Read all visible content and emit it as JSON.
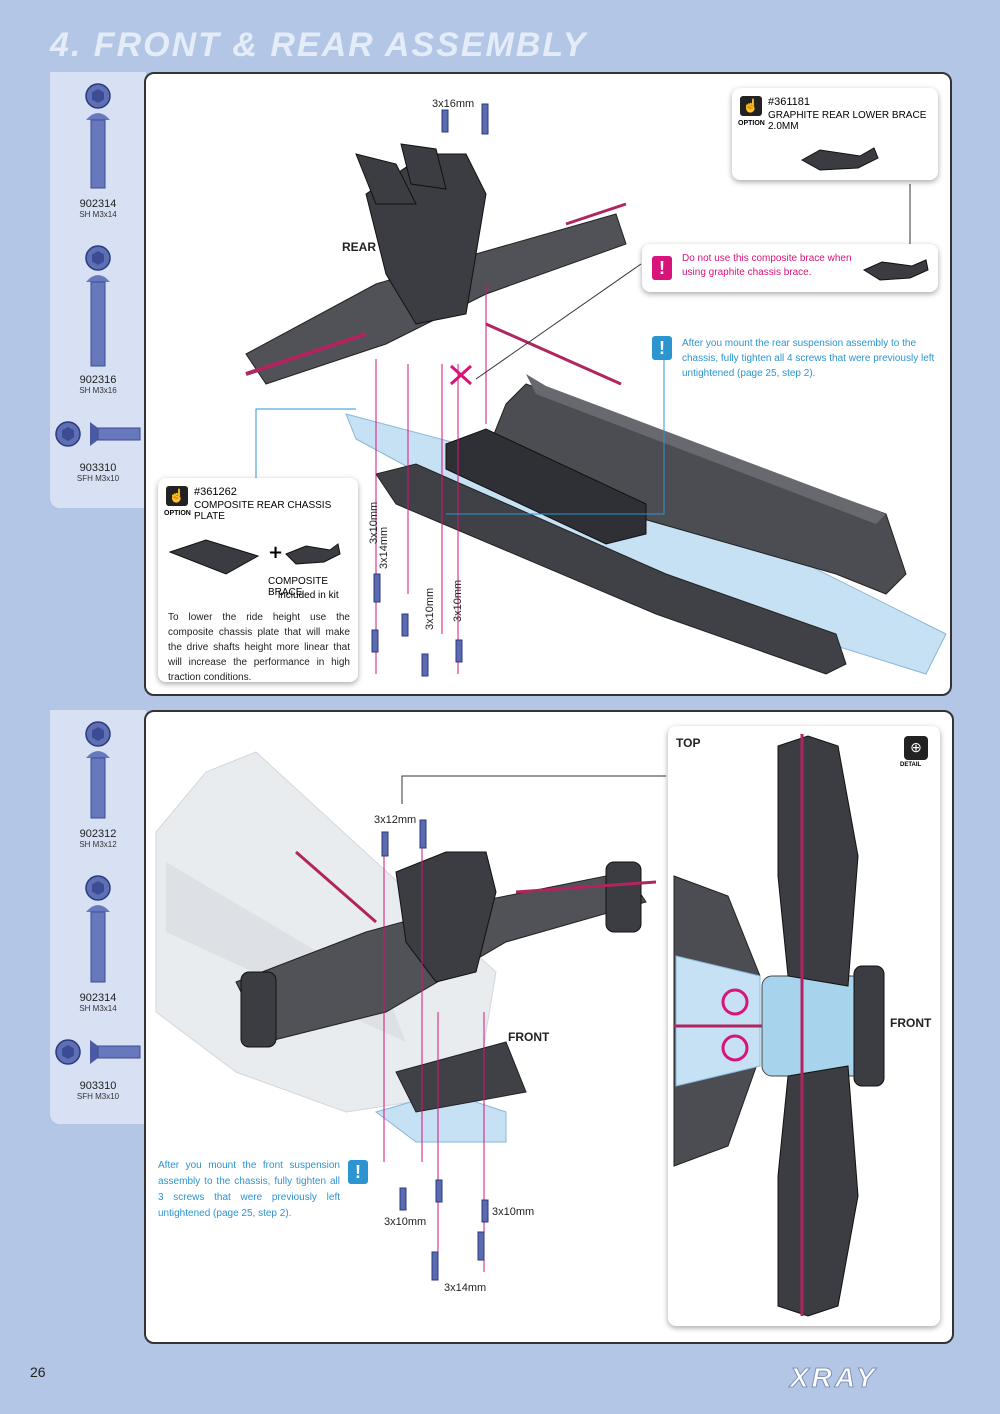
{
  "page": {
    "title": "4. FRONT & REAR ASSEMBLY",
    "page_number": "26",
    "brand": "XRAY"
  },
  "sidebar_top": {
    "parts": [
      {
        "code": "902314",
        "desc": "SH M3x14"
      },
      {
        "code": "902316",
        "desc": "SH M3x16"
      },
      {
        "code": "903310",
        "desc": "SFH M3x10"
      }
    ]
  },
  "sidebar_bottom": {
    "parts": [
      {
        "code": "902312",
        "desc": "SH M3x12"
      },
      {
        "code": "902314",
        "desc": "SH M3x14"
      },
      {
        "code": "903310",
        "desc": "SFH M3x10"
      }
    ]
  },
  "rear": {
    "label": "REAR",
    "dims": {
      "top": "3x16mm",
      "a": "3x10mm",
      "b": "3x14mm",
      "c": "3x10mm",
      "d": "3x10mm"
    },
    "option1": {
      "code": "#361181",
      "name": "GRAPHITE REAR LOWER BRACE 2.0MM",
      "tag": "OPTION"
    },
    "warning": "Do not use this composite brace when using graphite chassis brace.",
    "info": "After you mount the rear suspension assembly to the chassis, fully tighten all 4 screws that were previously left untightened (page 25, step 2).",
    "option2": {
      "code": "#361262",
      "name": "COMPOSITE REAR CHASSIS PLATE",
      "tag": "OPTION",
      "brace": "COMPOSITE BRACE",
      "brace_note": "included in kit",
      "text": "To lower the ride height use the composite chassis plate that will make the drive shafts height more linear that will increase the performance in high traction conditions."
    }
  },
  "front": {
    "label": "FRONT",
    "dims": {
      "top": "3x12mm",
      "a": "3x10mm",
      "b": "3x10mm",
      "c": "3x14mm"
    },
    "info": "After you mount the front suspension assembly to the chassis, fully tighten all 3 screws that were previously left untightened (page 25, step 2).",
    "detail": {
      "top_label": "TOP",
      "front_label": "FRONT",
      "detail_tag": "DETAIL"
    }
  },
  "colors": {
    "accent_pink": "#d8137a",
    "accent_blue": "#2c95d0",
    "background": "#b4c6e6"
  }
}
